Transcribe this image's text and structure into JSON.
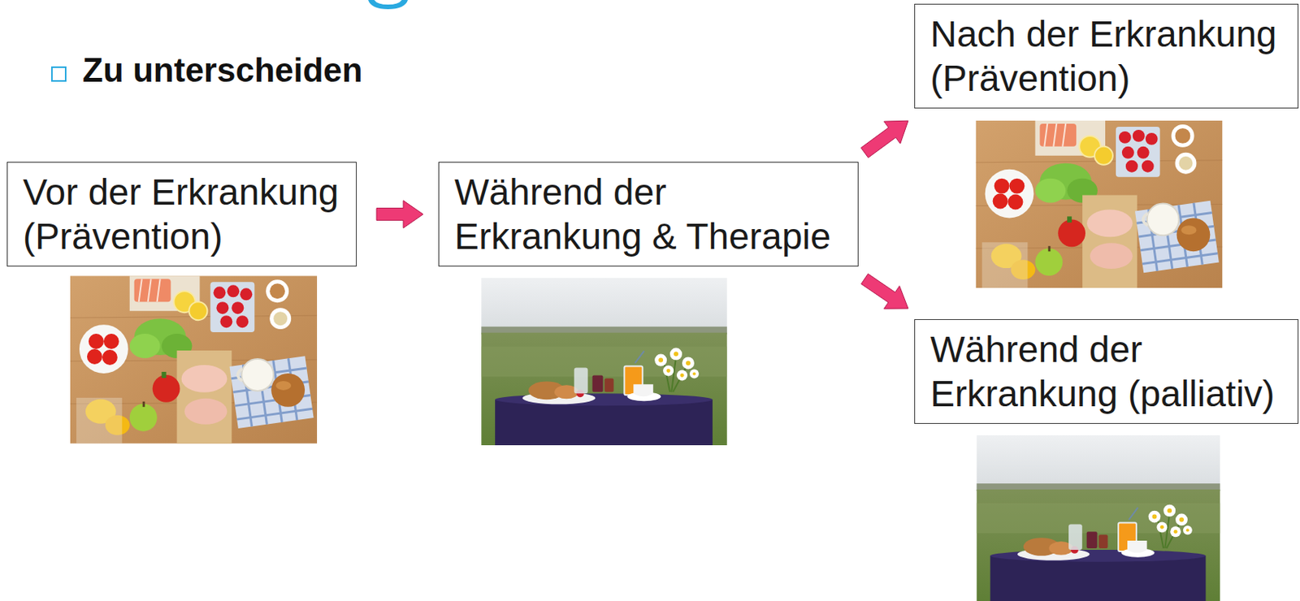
{
  "diagram": {
    "title": "Zu unterscheiden",
    "nodes": [
      {
        "text": [
          "Vor der Erkrankung (Prävention)"
        ]
      },
      {
        "text": [
          "Während der Erkrankung & Therapie"
        ]
      },
      {
        "text": [
          "Nach der Erkrankung (Prävention)"
        ]
      },
      {
        "text": [
          "Während der Erkrankung (palliativ)"
        ]
      }
    ],
    "edges": [
      {
        "from": 0,
        "to": 1,
        "arrow": "to"
      },
      {
        "from": 1,
        "to": 2,
        "arrow": "to"
      },
      {
        "from": 1,
        "to": 3,
        "arrow": "to"
      }
    ]
  }
}
